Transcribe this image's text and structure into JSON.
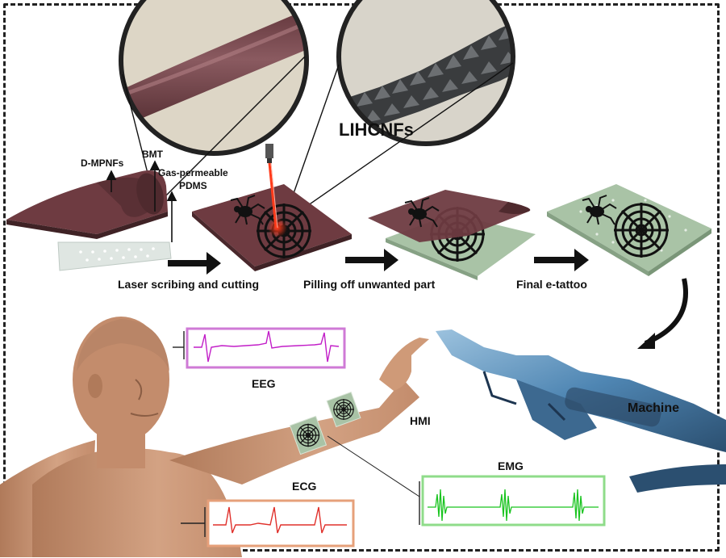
{
  "labels": {
    "d_mpnfs": "D-MPNFs",
    "bmt": "BMT",
    "gas_permeable": "Gas-permeable",
    "pdms": "PDMS",
    "lihcnfs": "LIHCNFs",
    "laser_scribing": "Laser scribing and cutting",
    "pilling_off": "Pilling off unwanted part",
    "final_tattoo": "Final e-tattoo",
    "eeg": "EEG",
    "ecg": "ECG",
    "emg": "EMG",
    "hmi": "HMI",
    "machine": "Machine"
  },
  "colors": {
    "film": "#6e3b41",
    "film_dark": "#4f2a2e",
    "substrate": "#a9c3a6",
    "eeg_signal": "#c21ec8",
    "eeg_frame": "#cf7ad6",
    "ecg_signal": "#e0302b",
    "ecg_frame": "#e6a07a",
    "emg_signal": "#19c41f",
    "emg_frame": "#8fdc8a",
    "robot": "#4f86b3",
    "skin": "#c99473"
  }
}
